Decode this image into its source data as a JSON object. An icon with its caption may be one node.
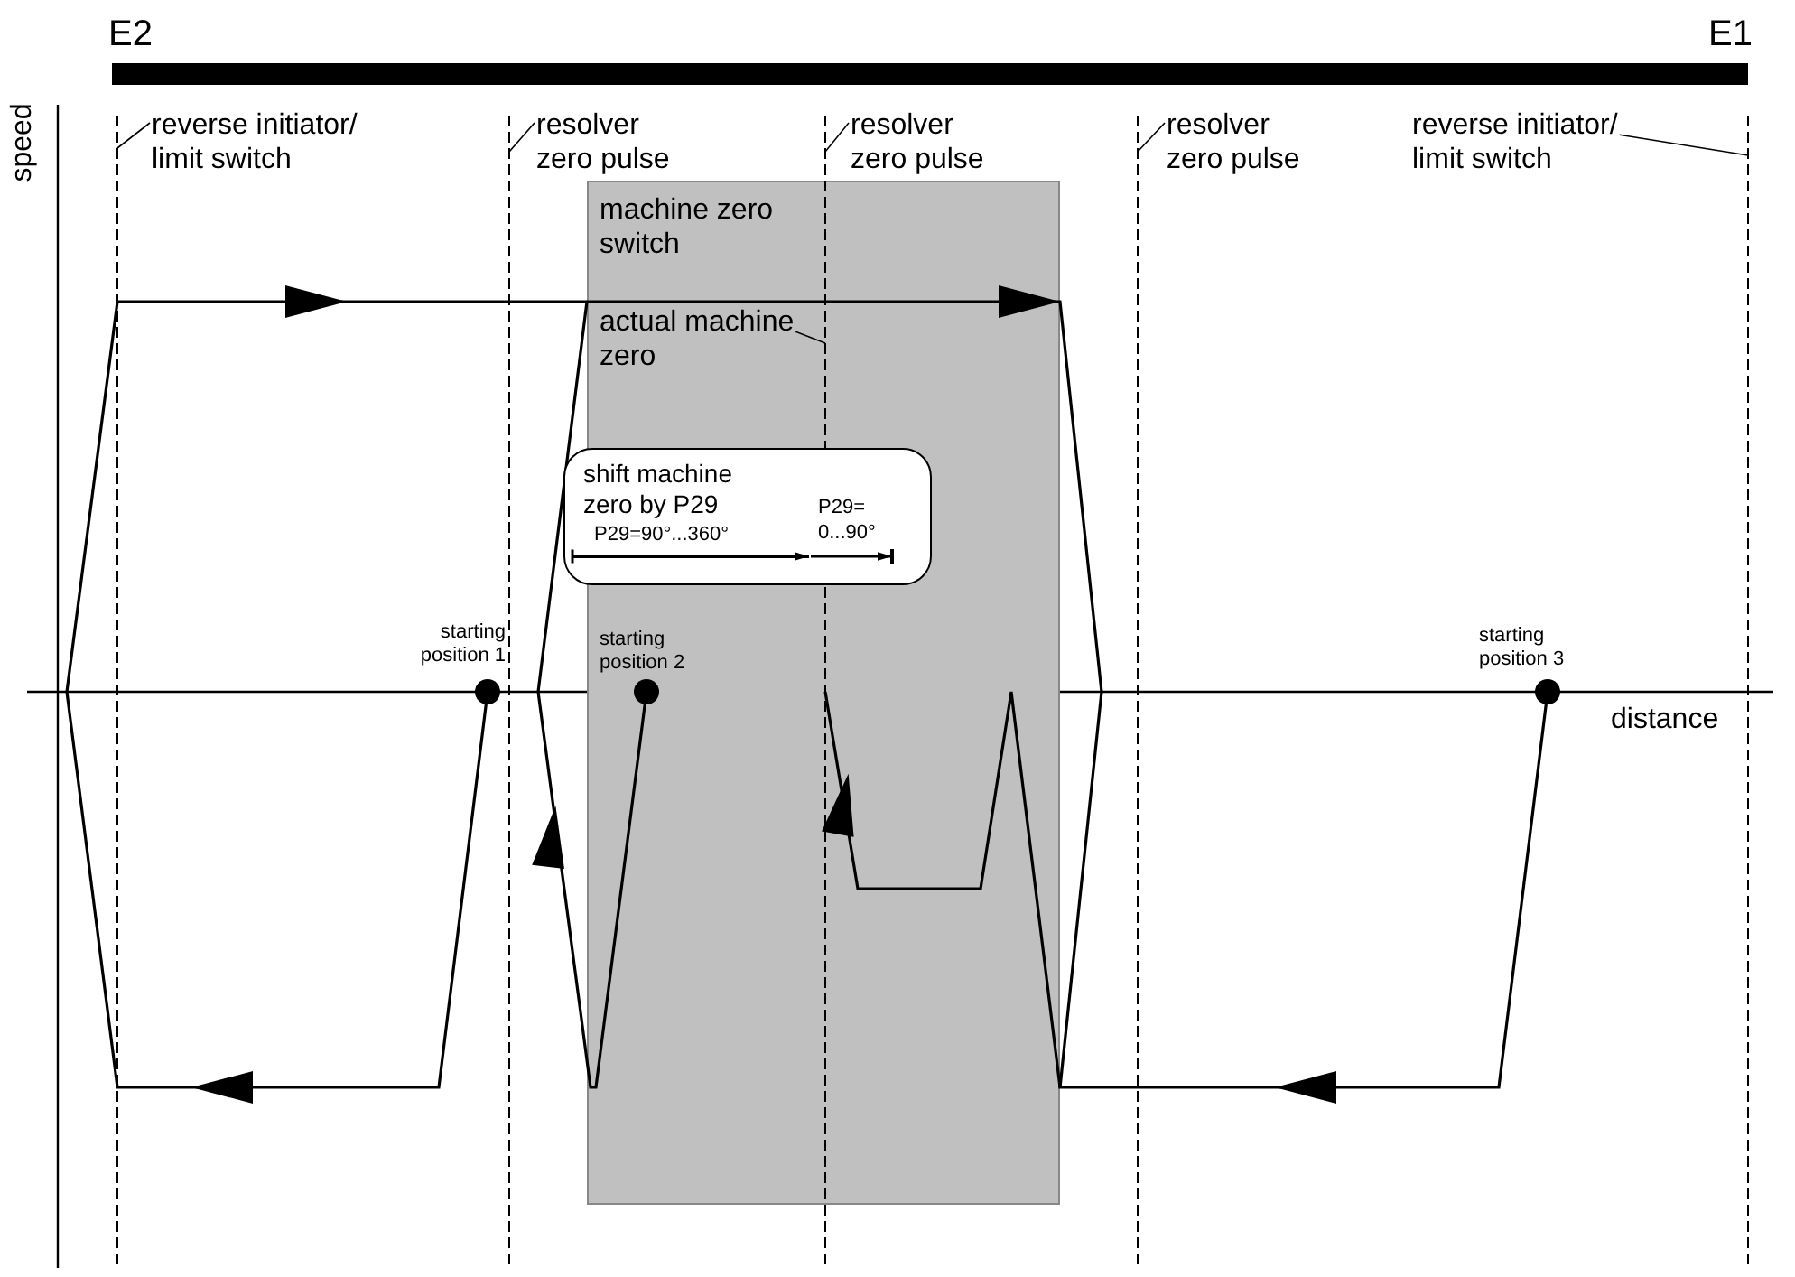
{
  "diagram": {
    "nodes": [
      {
        "text": [
          "reverse initiator/ limit switch"
        ]
      },
      {
        "text": [
          "resolver zero pulse"
        ]
      },
      {
        "text": [
          "resolver zero pulse"
        ]
      },
      {
        "text": [
          "resolver zero pulse"
        ]
      },
      {
        "text": [
          "reverse initiator/ limit switch"
        ]
      },
      {
        "text": [
          "machine zero switch"
        ]
      },
      {
        "text": [
          "actual machine zero"
        ],
        "in": 5
      },
      {
        "text": [
          "shift machine zero by P29",
          "P29=90°...360°",
          "P29= 0...90°"
        ]
      }
    ],
    "edges": [
      {
        "from": 0,
        "to": null,
        "arrow": "none"
      },
      {
        "from": 1,
        "to": null,
        "arrow": "none"
      },
      {
        "from": 2,
        "to": null,
        "arrow": "none"
      },
      {
        "from": 3,
        "to": null,
        "arrow": "none"
      },
      {
        "from": 4,
        "to": null,
        "arrow": "none"
      },
      {
        "from": 6,
        "to": null,
        "arrow": "none"
      }
    ],
    "labels": [
      "E2",
      "E1",
      "speed",
      "starting position 1",
      "starting position 2",
      "starting position 3",
      "distance"
    ]
  }
}
